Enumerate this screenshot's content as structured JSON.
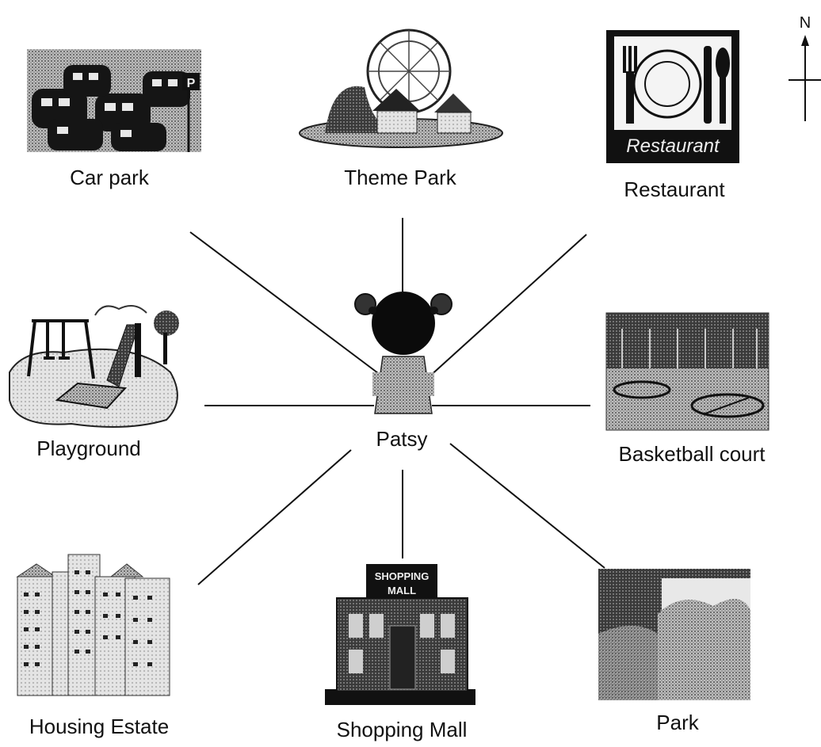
{
  "center": {
    "name": "Patsy"
  },
  "places": {
    "north_west": "Car park",
    "north": "Theme Park",
    "north_east": "Restaurant",
    "west": "Playground",
    "east": "Basketball court",
    "south_west": "Housing Estate",
    "south": "Shopping Mall",
    "south_east": "Park"
  },
  "compass": {
    "north_label": "N"
  },
  "signs": {
    "restaurant_sign": "Restaurant",
    "mall_sign_line1": "SHOPPING",
    "mall_sign_line2": "MALL",
    "car_park_sign": "P"
  },
  "colors": {
    "ink": "#111111",
    "paper": "#ffffff",
    "halftone": "#888888"
  }
}
